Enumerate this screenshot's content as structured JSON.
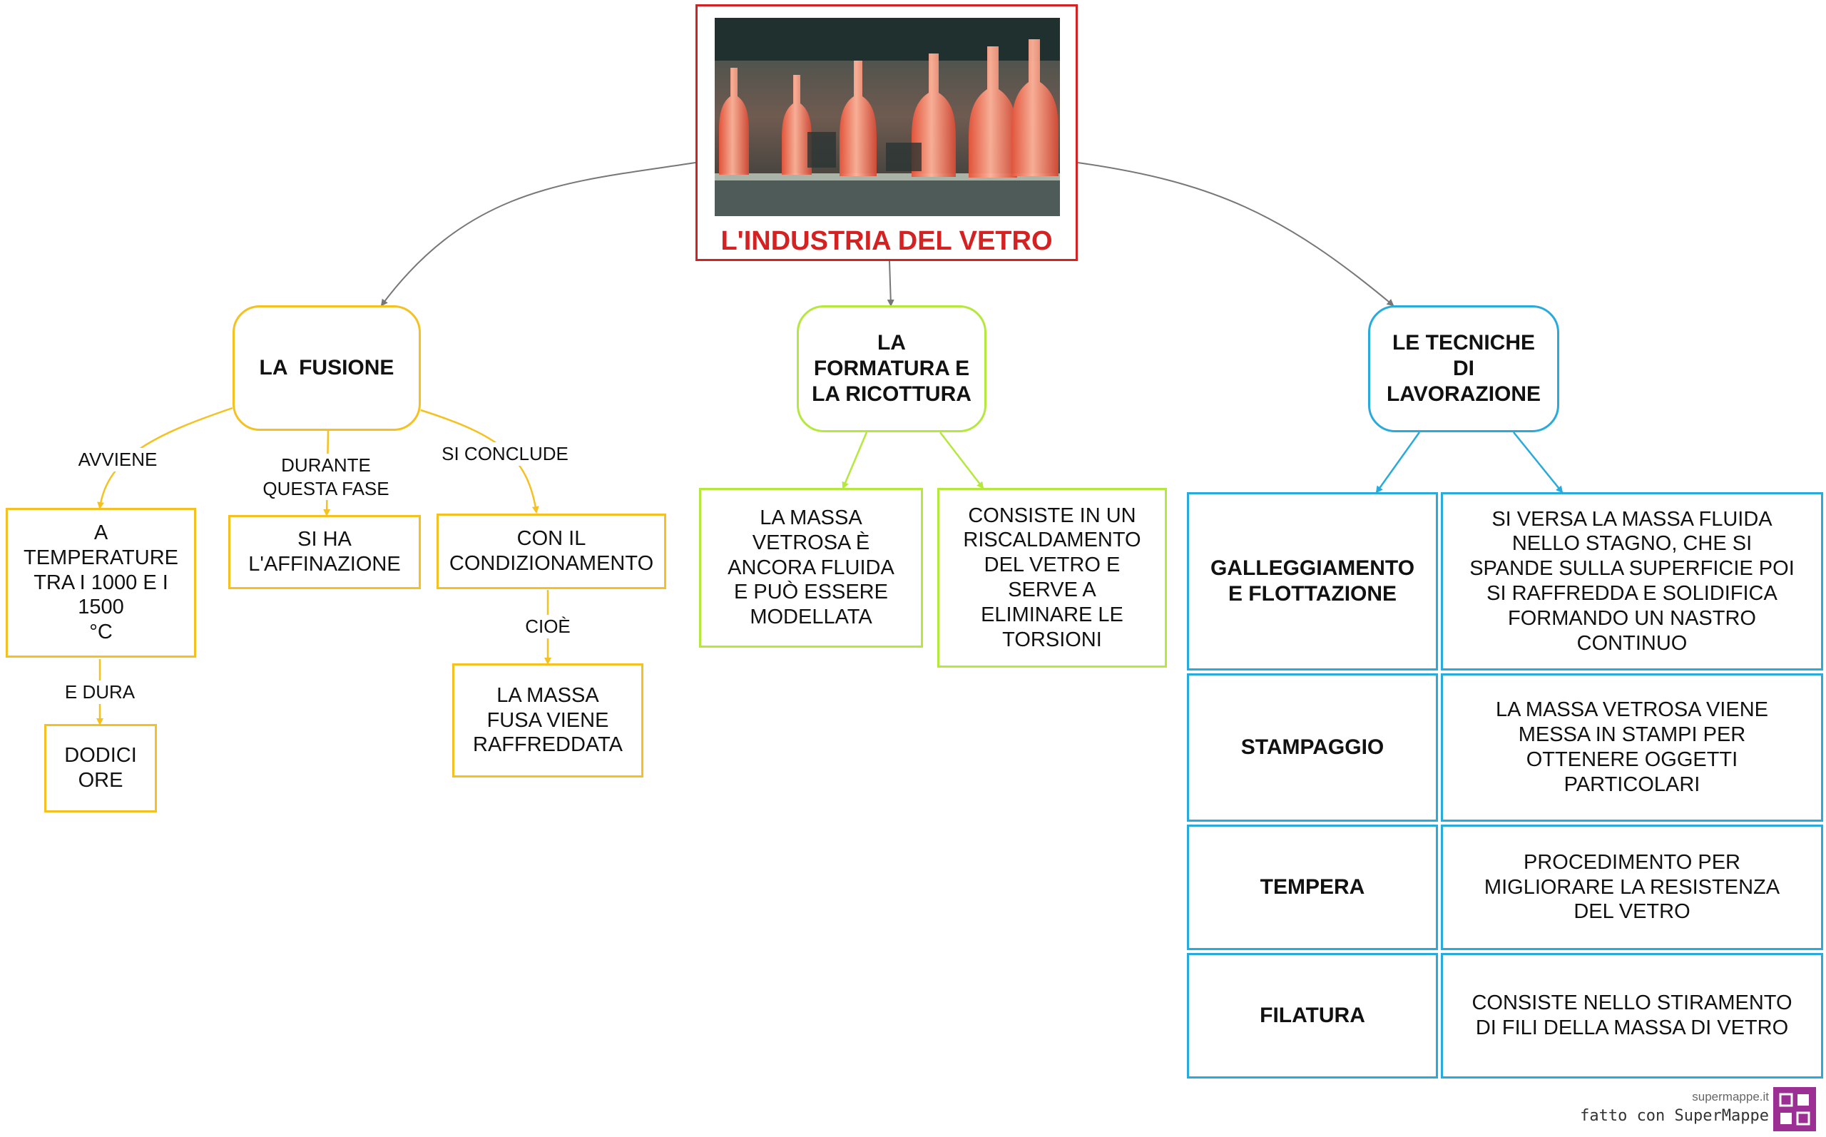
{
  "title": "L'INDUSTRIA DEL VETRO",
  "photo": {
    "icon": "glass-bottles-photo"
  },
  "branches": {
    "fusione": {
      "label": "LA  FUSIONE",
      "links": {
        "avviene": "AVVIENE",
        "durante": "DURANTE\nQUESTA FASE",
        "conclude": "SI CONCLUDE",
        "dura": "E DURA",
        "cioe": "CIOÈ"
      },
      "nodes": {
        "temperature": "A\nTEMPERATURE\nTRA I 1000 E I\n1500\n°C",
        "affinazione": "SI HA\nL'AFFINAZIONE",
        "condizionamento": "CON IL\nCONDIZIONAMENTO",
        "ore": "DODICI\nORE",
        "raffreddata": "LA MASSA\nFUSA VIENE\nRAFFREDDATA"
      }
    },
    "formatura": {
      "label": "LA\nFORMATURA  E\nLA  RICOTTURA",
      "nodes": {
        "modellata": "LA MASSA\nVETROSA È\nANCORA FLUIDA\nE PUÒ ESSERE\nMODELLATA",
        "riscaldamento": "CONSISTE IN UN\nRISCALDAMENTO\nDEL VETRO E\nSERVE A\nELIMINARE LE\nTORSIONI"
      }
    },
    "tecniche": {
      "label": "LE  TECNICHE\nDI\nLAVORAZIONE",
      "rows": [
        {
          "name": "GALLEGGIAMENTO\nE  FLOTTAZIONE",
          "desc": "SI VERSA LA MASSA FLUIDA\nNELLO STAGNO, CHE SI\nSPANDE SULLA SUPERFICIE POI\nSI RAFFREDDA E SOLIDIFICA\nFORMANDO UN NASTRO\nCONTINUO"
        },
        {
          "name": "STAMPAGGIO",
          "desc": "LA MASSA VETROSA VIENE\nMESSA IN STAMPI PER\nOTTENERE OGGETTI\nPARTICOLARI"
        },
        {
          "name": "TEMPERA",
          "desc": "PROCEDIMENTO PER\nMIGLIORARE LA RESISTENZA\nDEL VETRO"
        },
        {
          "name": "FILATURA",
          "desc": "CONSISTE NELLO STIRAMENTO\nDI FILI DELLA MASSA DI VETRO"
        }
      ]
    }
  },
  "footer": {
    "site": "supermappe.it",
    "credit": "fatto con SuperMappe",
    "icon": "supermappe-logo-icon"
  },
  "colors": {
    "title": "#d42222",
    "fusione": "#f5c121",
    "formatura": "#b5e83c",
    "tecniche": "#28aadc",
    "connector": "#777777"
  }
}
